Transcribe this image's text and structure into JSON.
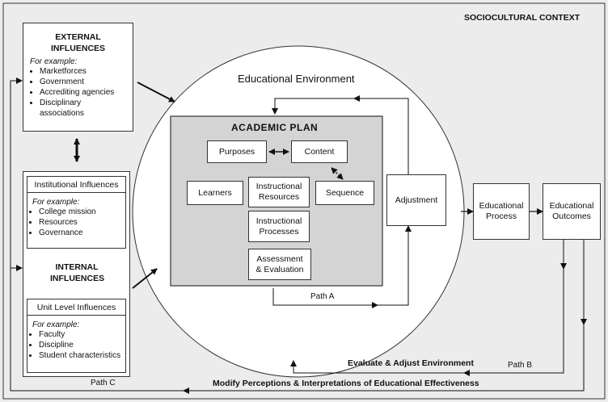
{
  "context_title": "SOCIOCULTURAL CONTEXT",
  "env_title": "Educational Environment",
  "external": {
    "title_line1": "EXTERNAL",
    "title_line2": "INFLUENCES",
    "example_label": "For example:",
    "items": [
      "Marketforces",
      "Government",
      "Accrediting agencies",
      "Disciplinary",
      "associations"
    ]
  },
  "institutional": {
    "title": "Institutional Influences",
    "example_label": "For example:",
    "items": [
      "College mission",
      "Resources",
      "Governance"
    ]
  },
  "internal": {
    "title_line1": "INTERNAL",
    "title_line2": "INFLUENCES"
  },
  "unit": {
    "title": "Unit Level Influences",
    "example_label": "For example:",
    "items": [
      "Faculty",
      "Discipline",
      "Student characteristics"
    ]
  },
  "plan": {
    "title": "ACADEMIC  PLAN",
    "purposes": "Purposes",
    "content": "Content",
    "learners": "Learners",
    "instr_resources_1": "Instructional",
    "instr_resources_2": "Resources",
    "sequence": "Sequence",
    "instr_processes_1": "Instructional",
    "instr_processes_2": "Processes",
    "assessment_1": "Assessment",
    "assessment_2": "& Evaluation"
  },
  "adjustment": "Adjustment",
  "process_1": "Educational",
  "process_2": "Process",
  "outcomes_1": "Educational",
  "outcomes_2": "Outcomes",
  "path_a": "Path A",
  "path_b": "Path B",
  "path_c": "Path C",
  "evaluate": "Evaluate & Adjust Environment",
  "modify": "Modify Perceptions & Interpretations of Educational Effectiveness"
}
